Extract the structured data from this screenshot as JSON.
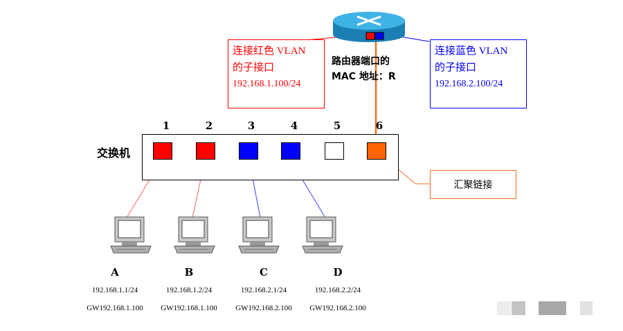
{
  "router": {
    "label_line1": "路由器端口的",
    "label_line2": "MAC 地址：R",
    "colors": {
      "body": "#2fa0d6",
      "sub_red": "#ff0000",
      "sub_blue": "#0000ff"
    }
  },
  "subif_red": {
    "line1": "连接红色 VLAN",
    "line2": "的子接口",
    "ip": "192.168.1.100/24"
  },
  "subif_blue": {
    "line1": "连接蓝色 VLAN",
    "line2": "的子接口",
    "ip": "192.168.2.100/24"
  },
  "switch": {
    "title": "交换机",
    "ports": [
      {
        "number": "1",
        "color": "#ff0000"
      },
      {
        "number": "2",
        "color": "#ff0000"
      },
      {
        "number": "3",
        "color": "#0000ff"
      },
      {
        "number": "4",
        "color": "#0000ff"
      },
      {
        "number": "5",
        "color": "#ffffff"
      },
      {
        "number": "6",
        "color": "#ff6600"
      }
    ]
  },
  "aggregation": {
    "label": "汇聚链接",
    "color": "#f07020"
  },
  "hosts": [
    {
      "name": "A",
      "ip": "192.168.1.1/24",
      "gw": "GW192.168.1.100",
      "vlan_color": "#ff0000"
    },
    {
      "name": "B",
      "ip": "192.168.1.2/24",
      "gw": "GW192.168.1.100",
      "vlan_color": "#ff0000"
    },
    {
      "name": "C",
      "ip": "192.168.2.1/24",
      "gw": "GW192.168.2.100",
      "vlan_color": "#0000ff"
    },
    {
      "name": "D",
      "ip": "192.168.2.2/24",
      "gw": "GW192.168.2.100",
      "vlan_color": "#0000ff"
    }
  ]
}
